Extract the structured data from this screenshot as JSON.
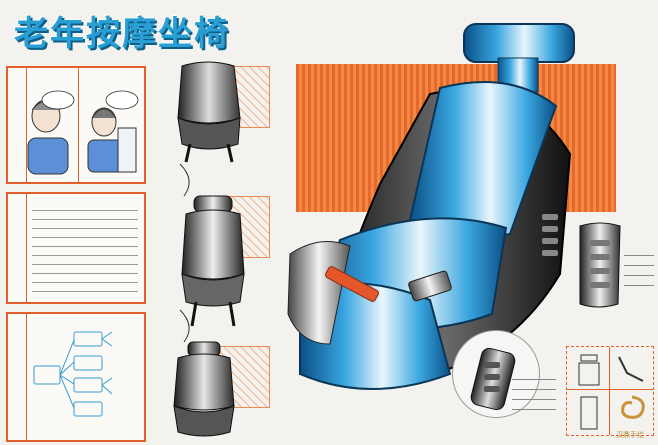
{
  "title": "老年按摩坐椅",
  "stamp": "汉鼎手绘",
  "icons": [
    "chair-sketch",
    "elder-figure",
    "seat-sketch",
    "logo-swirl"
  ],
  "accent_colors": {
    "orange": "#e2612b",
    "blue": "#2a9fd6",
    "dark": "#2b2b2b"
  }
}
